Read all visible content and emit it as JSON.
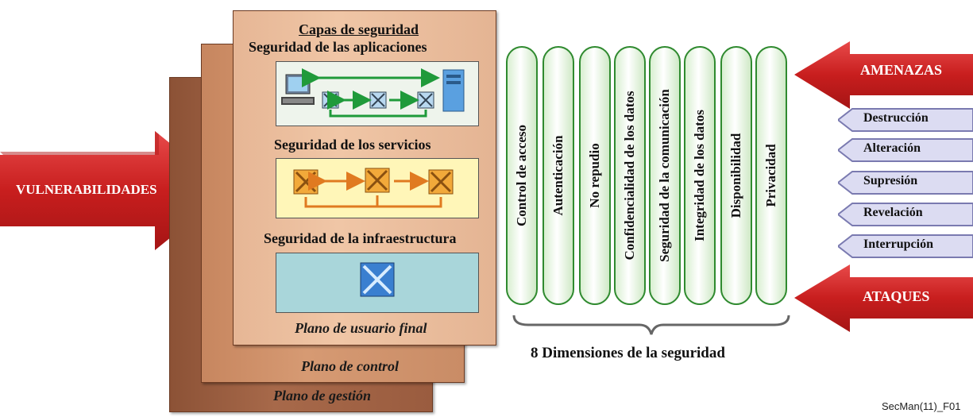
{
  "vulnerabilities": {
    "label": "VULNERABILIDADES"
  },
  "planes": {
    "user": "Plano de usuario final",
    "control": "Plano de control",
    "management": "Plano de gestión"
  },
  "layers": {
    "title": "Capas de seguridad",
    "applications": "Seguridad de las aplicaciones",
    "services": "Seguridad de los servicios",
    "infrastructure": "Seguridad de la infraestructura"
  },
  "dimensions": {
    "items": [
      "Control de acceso",
      "Autenticación",
      "No repudio",
      "Confidencialidad de los datos",
      "Seguridad de la comunicación",
      "Integridad de los datos",
      "Disponibilidad",
      "Privacidad"
    ],
    "caption": "8 Dimensiones de la seguridad"
  },
  "threats": {
    "label": "AMENAZAS",
    "items": [
      "Destrucción",
      "Alteración",
      "Supresión",
      "Revelación",
      "Interrupción"
    ]
  },
  "attacks": {
    "label": "ATAQUES"
  },
  "figure_id": "SecMan(11)_F01",
  "colors": {
    "arrow_red": "#d42a2a",
    "pillar_border": "#2f8a2f",
    "app_link": "#1f9a3a",
    "service_link": "#e07a20",
    "infra_box": "#a9d6da"
  }
}
